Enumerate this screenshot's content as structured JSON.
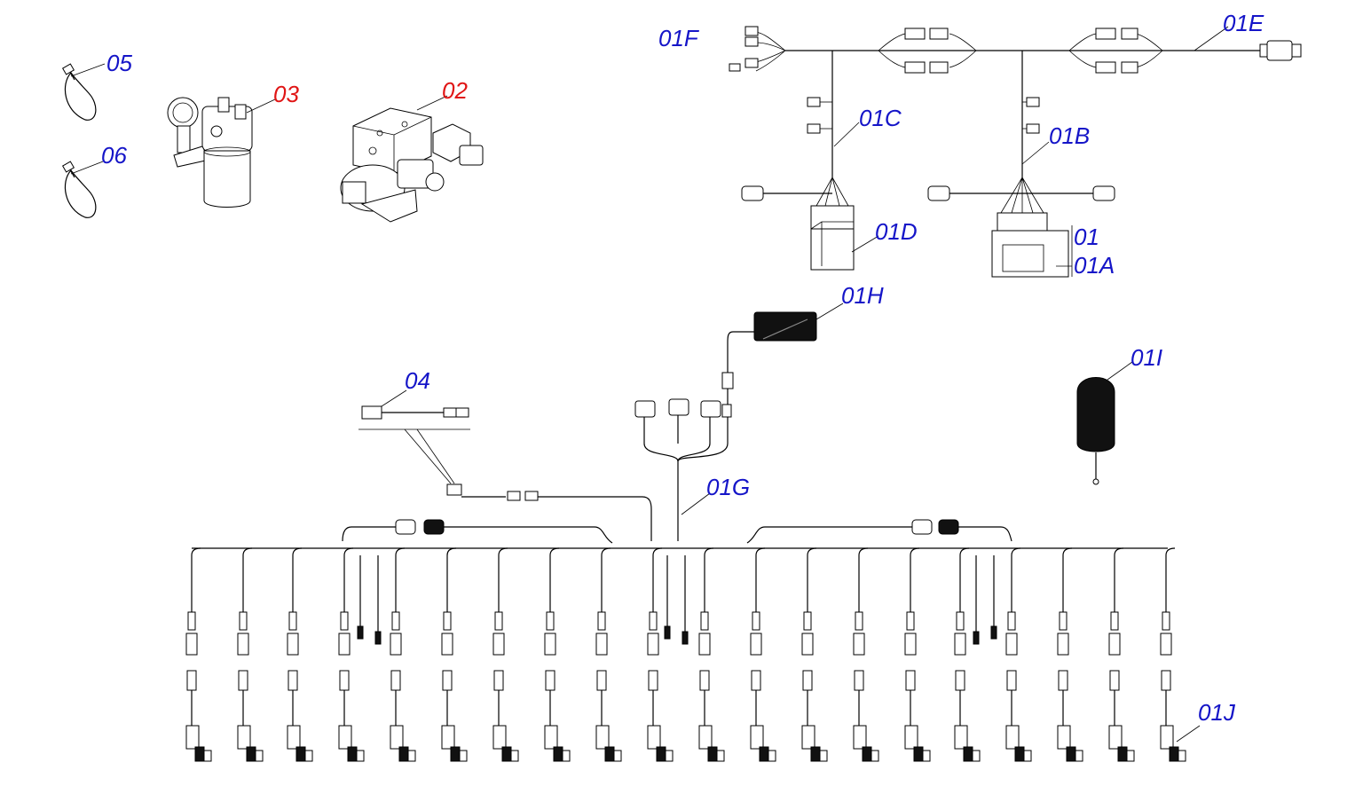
{
  "colors": {
    "callout_blue": "#1515c8",
    "callout_red": "#e01616",
    "line": "#000000",
    "background": "#ffffff"
  },
  "callouts": [
    {
      "key": "c05",
      "text": "05",
      "color": "blue"
    },
    {
      "key": "c06",
      "text": "06",
      "color": "blue"
    },
    {
      "key": "c03",
      "text": "03",
      "color": "red"
    },
    {
      "key": "c02",
      "text": "02",
      "color": "red"
    },
    {
      "key": "c01F",
      "text": "01F",
      "color": "blue"
    },
    {
      "key": "c01E",
      "text": "01E",
      "color": "blue"
    },
    {
      "key": "c01C",
      "text": "01C",
      "color": "blue"
    },
    {
      "key": "c01B",
      "text": "01B",
      "color": "blue"
    },
    {
      "key": "c01D",
      "text": "01D",
      "color": "blue"
    },
    {
      "key": "c01",
      "text": "01",
      "color": "blue"
    },
    {
      "key": "c01A",
      "text": "01A",
      "color": "blue"
    },
    {
      "key": "c01H",
      "text": "01H",
      "color": "blue"
    },
    {
      "key": "c01I",
      "text": "01I",
      "color": "blue"
    },
    {
      "key": "c04",
      "text": "04",
      "color": "blue"
    },
    {
      "key": "c01G",
      "text": "01G",
      "color": "blue"
    },
    {
      "key": "c01J",
      "text": "01J",
      "color": "blue"
    }
  ],
  "icons": [
    "cable-tie-icon",
    "pressure-filter-icon",
    "valve-block-icon",
    "wiring-harness-icon",
    "control-module-icon",
    "terminal-box-icon",
    "antenna-sensor-icon",
    "nozzle-connector-icon"
  ]
}
